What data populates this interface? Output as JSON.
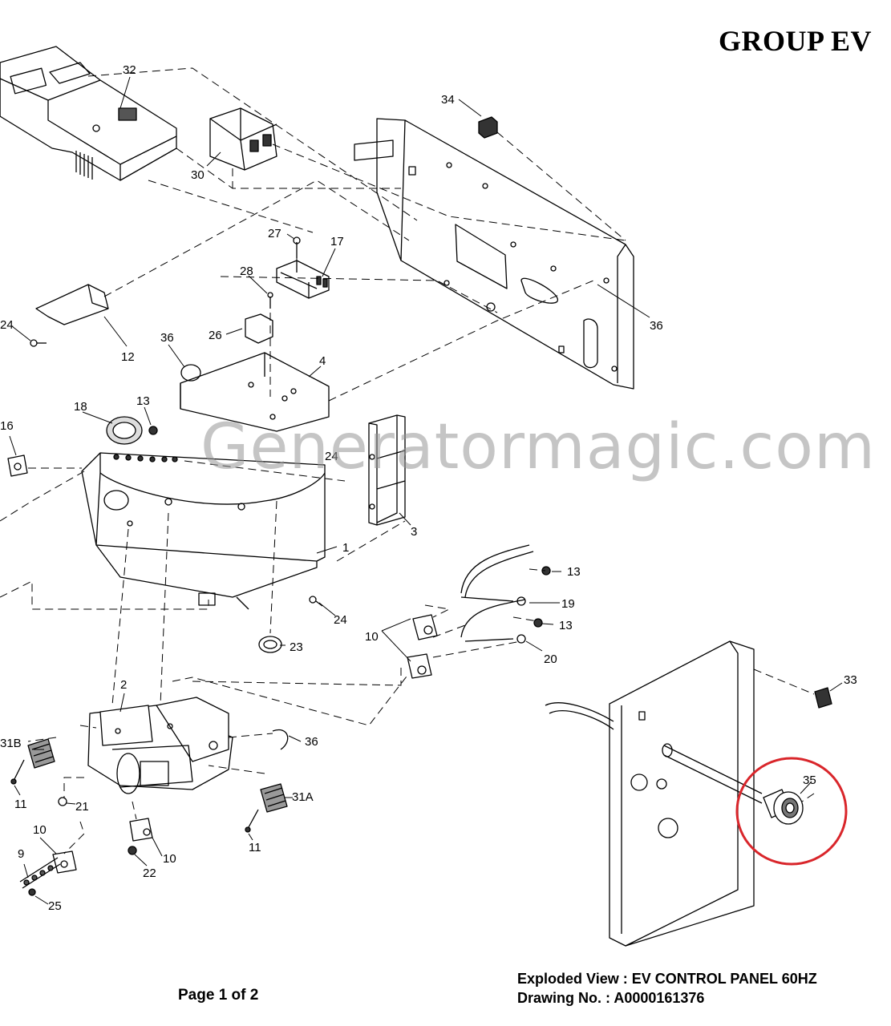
{
  "header": {
    "group_title": "GROUP EV"
  },
  "watermark": {
    "text": "Generatormagic.com"
  },
  "callouts": {
    "c32": "32",
    "c30": "30",
    "c34": "34",
    "c27": "27",
    "c17": "17",
    "c28": "28",
    "c24a": "24",
    "c12": "12",
    "c36a": "36",
    "c26": "26",
    "c4": "4",
    "c36b": "36",
    "c18": "18",
    "c13a": "13",
    "c16": "16",
    "c24b": "24",
    "c3": "3",
    "c1": "1",
    "c13b": "13",
    "c19": "19",
    "c13c": "13",
    "c24c": "24",
    "c10a": "10",
    "c20": "20",
    "c23": "23",
    "c2": "2",
    "c33": "33",
    "c31b": "31B",
    "c36c": "36",
    "c35": "35",
    "c11a": "11",
    "c21": "21",
    "c31a": "31A",
    "c10b": "10",
    "c11b": "11",
    "c9": "9",
    "c10c": "10",
    "c22": "22",
    "c25": "25"
  },
  "highlight": {
    "part": "35",
    "color": "#d9262b"
  },
  "footer": {
    "page": "Page 1 of 2",
    "exploded_view": "Exploded View :  EV CONTROL PANEL 60HZ",
    "drawing_no": "Drawing No. : A0000161376"
  }
}
